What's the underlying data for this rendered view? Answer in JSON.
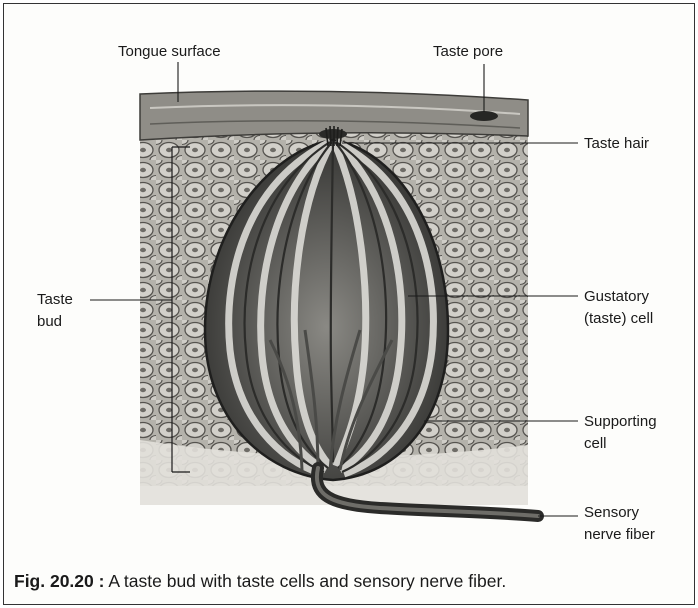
{
  "labels": {
    "tongue_surface": "Tongue surface",
    "taste_pore": "Taste pore",
    "taste_hair": "Taste hair",
    "taste_bud_line1": "Taste",
    "taste_bud_line2": "bud",
    "gustatory_line1": "Gustatory",
    "gustatory_line2": "(taste) cell",
    "supporting_line1": "Supporting",
    "supporting_line2": "cell",
    "sensory_line1": "Sensory",
    "sensory_line2": "nerve fiber"
  },
  "caption": {
    "figure_number": "Fig. 20.20 :",
    "text": " A taste bud with taste cells and sensory nerve fiber."
  },
  "colors": {
    "ink": "#1a1a1a",
    "tissue": "#b9b7b0",
    "surface": "#8e8c86",
    "bud_dark": "#3a3a3a",
    "bud_light": "#d4d3ce"
  }
}
